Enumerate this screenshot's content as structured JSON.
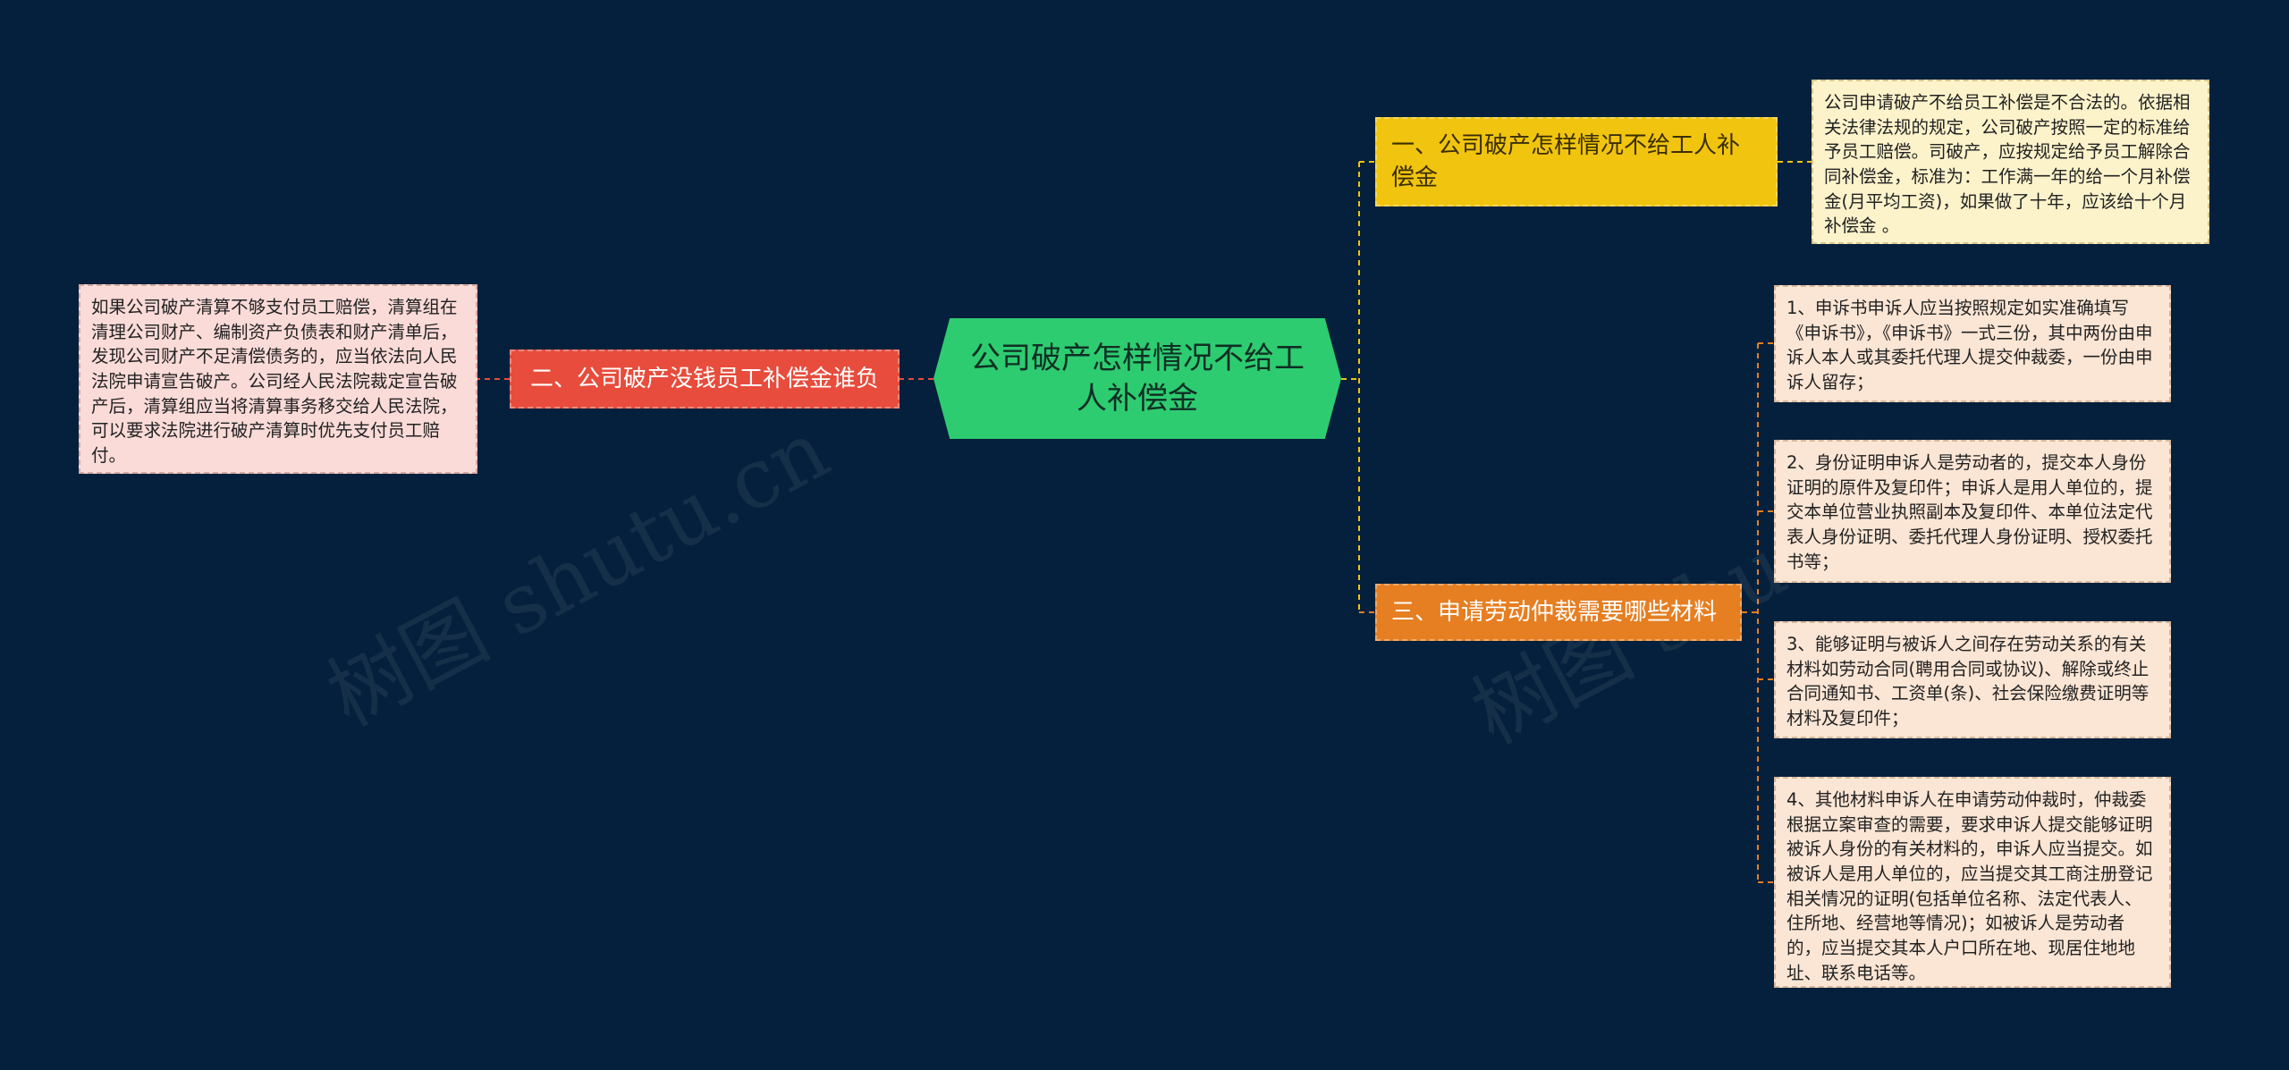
{
  "root": {
    "title": "公司破产怎样情况不给工人补偿金"
  },
  "branches": [
    {
      "label": "一、公司破产怎样情况不给工人补偿金",
      "color": "#f1c40f",
      "details": [
        "公司申请破产不给员工补偿是不合法的。依据相关法律法规的规定，公司破产按照一定的标准给予员工赔偿。司破产，应按规定给予员工解除合同补偿金，标准为：工作满一年的给一个月补偿金(月平均工资)，如果做了十年，应该给十个月补偿金 。"
      ]
    },
    {
      "label": "二、公司破产没钱员工补偿金谁负",
      "color": "#e74c3c",
      "details": [
        "如果公司破产清算不够支付员工赔偿，清算组在清理公司财产、编制资产负债表和财产清单后，发现公司财产不足清偿债务的，应当依法向人民法院申请宣告破产。公司经人民法院裁定宣告破产后，清算组应当将清算事务移交给人民法院，可以要求法院进行破产清算时优先支付员工赔付。"
      ]
    },
    {
      "label": "三、申请劳动仲裁需要哪些材料",
      "color": "#e67e22",
      "details": [
        "1、申诉书申诉人应当按照规定如实准确填写《申诉书》，《申诉书》一式三份，其中两份由申诉人本人或其委托代理人提交仲裁委，一份由申诉人留存；",
        "2、身份证明申诉人是劳动者的，提交本人身份证明的原件及复印件；申诉人是用人单位的，提交本单位营业执照副本及复印件、本单位法定代表人身份证明、委托代理人身份证明、授权委托书等；",
        "3、能够证明与被诉人之间存在劳动关系的有关材料如劳动合同(聘用合同或协议)、解除或终止合同通知书、工资单(条)、社会保险缴费证明等材料及复印件；",
        "4、其他材料申诉人在申请劳动仲裁时，仲裁委根据立案审查的需要，要求申诉人提交能够证明被诉人身份的有关材料的，申诉人应当提交。如被诉人是用人单位的，应当提交其工商注册登记相关情况的证明(包括单位名称、法定代表人、住所地、经营地等情况)；如被诉人是劳动者的，应当提交其本人户口所在地、现居住地地址、联系电话等。"
      ]
    }
  ],
  "watermark": "树图 shutu.cn",
  "colors": {
    "background": "#04203c",
    "root": "#2ecc71",
    "connector_right": "#f1c40f",
    "connector_left": "#e74c3c",
    "connector_sub": "#e67e22"
  }
}
